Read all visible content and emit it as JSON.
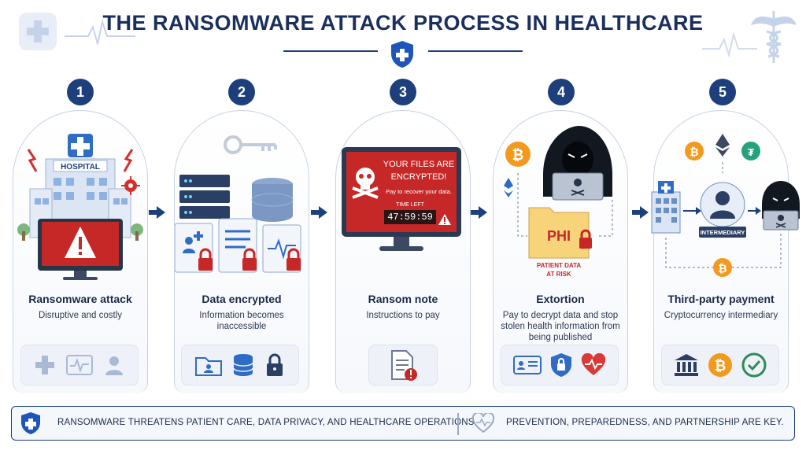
{
  "header": {
    "title": "THE RANSOMWARE ATTACK PROCESS IN HEALTHCARE"
  },
  "stages": [
    {
      "number": "1",
      "title": "Ransomware attack",
      "description": "Disruptive and costly",
      "hospital_sign": "HOSPITAL"
    },
    {
      "number": "2",
      "title": "Data encrypted",
      "description": "Information becomes inaccessible"
    },
    {
      "number": "3",
      "title": "Ransom note",
      "description": "Instructions to pay",
      "screen_heading": "YOUR FILES ARE ENCRYPTED!",
      "screen_sub": "Pay to recover your data.",
      "timer_label": "TIME LEFT",
      "timer_value": "47:59:59"
    },
    {
      "number": "4",
      "title": "Extortion",
      "description": "Pay to decrypt data and stop stolen health information from being published",
      "folder_label": "PHI",
      "risk_label": "PATIENT DATA AT RISK"
    },
    {
      "number": "5",
      "title": "Third-party payment",
      "description": "Cryptocurrency intermediary",
      "intermediary_label": "INTERMEDIARY"
    }
  ],
  "footer": {
    "left_text": "RANSOMWARE THREATENS PATIENT CARE, DATA PRIVACY, AND HEALTHCARE OPERATIONS",
    "right_text": "PREVENTION, PREPAREDNESS, AND PARTNERSHIP ARE KEY."
  },
  "colors": {
    "navy": "#1d3f7c",
    "alert_red": "#c62828",
    "bitcoin": "#f39a1e",
    "light_bg": "#eef2f8"
  }
}
